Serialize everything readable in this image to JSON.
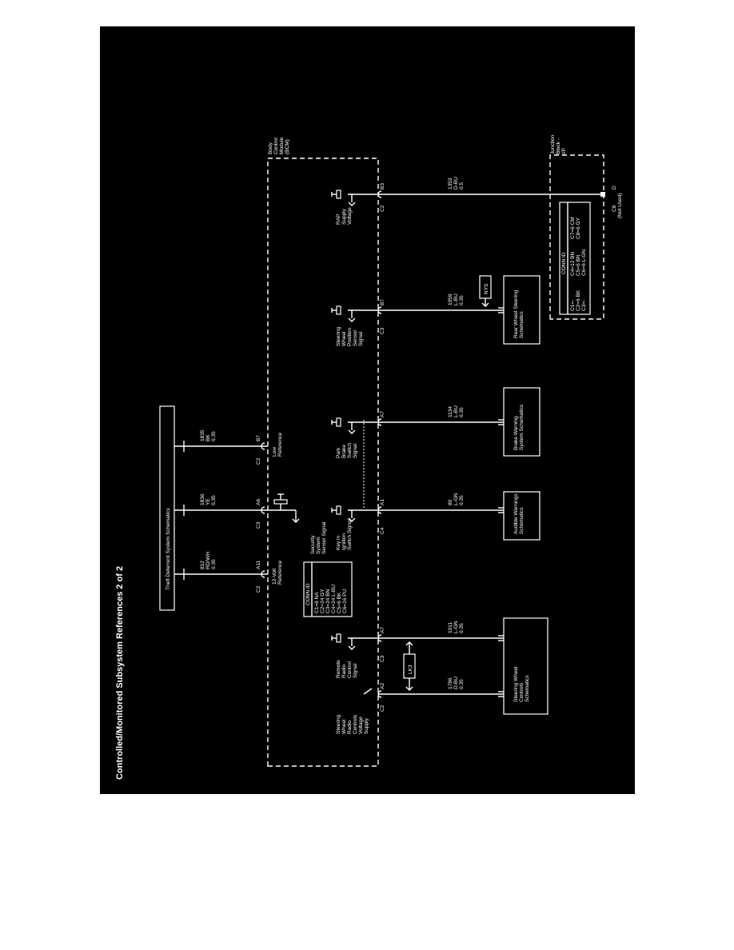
{
  "title": "Controlled/Monitored Subsystem References 2 of 2",
  "modules": {
    "bcm": [
      "Body",
      "Control",
      "Module",
      "(BCM)"
    ],
    "junction": [
      "Junction",
      "Block -",
      "I/P"
    ]
  },
  "conn_id_bcm": {
    "header": "CONN ID",
    "rows": [
      "C1=6 NA",
      "C2=24 GY",
      "C3=24 BN",
      "C4=24 L-BU",
      "C5=6 BK",
      "C6=16 PU"
    ]
  },
  "conn_id_junction": {
    "header": "CONN ID",
    "col1": [
      "C1=-",
      "C2=6 BK",
      "C3=-"
    ],
    "col2": [
      "C4=12 BN",
      "C5=6 BN",
      "C6=6 L-GN"
    ],
    "col3": [
      "C7=6 CM",
      "C8=6 GY"
    ]
  },
  "circuits": [
    {
      "conn": "C2",
      "pin": "A2",
      "wire": [
        "1786",
        "D-BU",
        "0.35"
      ],
      "signal": [
        "Steering",
        "Wheel",
        "Radio",
        "Controls",
        "Voltage",
        "Supply"
      ],
      "dest": [
        "Steering Wheel",
        "Controls",
        "Schematics"
      ]
    },
    {
      "conn": "C3",
      "pin": "A7",
      "wire": [
        "1011",
        "L-GN",
        "0.35"
      ],
      "signal": [
        "Remote",
        "Radio",
        "Control",
        "Signal"
      ]
    },
    {
      "conn": "C2",
      "pin": "A11",
      "wire": [
        "812",
        "RD/WH",
        "0.35"
      ],
      "signal": [
        "12-Volt",
        "Reference"
      ]
    },
    {
      "conn": "C3",
      "pin": "A6",
      "wire": [
        "1836",
        "YE",
        "0.35"
      ],
      "signal": [
        "Security",
        "System",
        "Sensor Signal"
      ]
    },
    {
      "conn": "C2",
      "pin": "B7",
      "wire": [
        "1835",
        "BK",
        "0.35"
      ],
      "signal": [
        "Low",
        "Reference"
      ]
    },
    {
      "conn": "C4",
      "pin": "A1",
      "wire": [
        "80",
        "L-GN",
        "0.35"
      ],
      "signal": [
        "Key in",
        "Ignition",
        "Switch Signal"
      ],
      "dest": [
        "Audible Warnings",
        "Schematics"
      ]
    },
    {
      "conn": "",
      "pin": "A7",
      "wire": [
        "1134",
        "L-BU",
        "0.35"
      ],
      "signal": [
        "Park",
        "Brake",
        "Switch",
        "Signal"
      ],
      "dest": [
        "Brake Warning",
        "System Schematics"
      ]
    },
    {
      "conn": "C3",
      "pin": "B7",
      "wire": [
        "1059",
        "L-BU",
        "0.35"
      ],
      "signal": [
        "Steering",
        "Wheel",
        "Position",
        "Sensor",
        "Signal"
      ],
      "dest": [
        "Rear Wheel Steering",
        "Schematics"
      ]
    },
    {
      "conn": "C2",
      "pin": "B3",
      "wire": [
        "1353",
        "D-BU",
        "0.5"
      ],
      "signal": [
        "RAP",
        "Supply",
        "Voltage"
      ]
    }
  ],
  "theft": "Theft Deterrent System Schematics",
  "refs": {
    "lk3": "LK3",
    "nys": "NYS"
  },
  "junction_pin": {
    "conn": "C8",
    "pin": "D",
    "note": "(Not Used)"
  }
}
